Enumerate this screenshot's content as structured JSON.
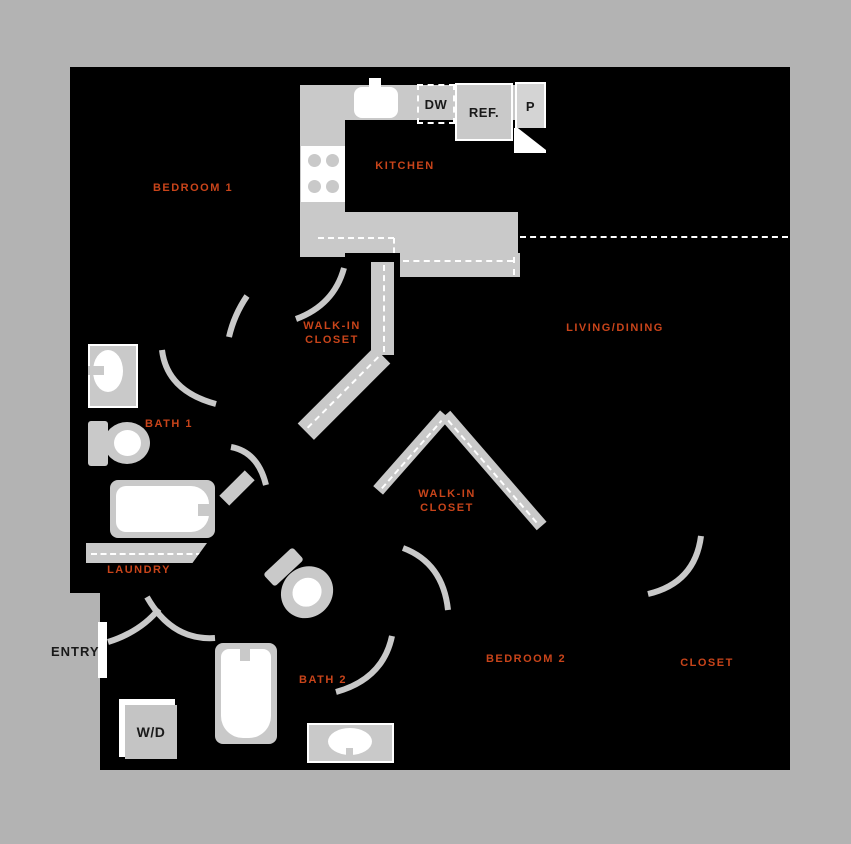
{
  "colors": {
    "page_background": "#b3b3b3",
    "plan_fill": "#000000",
    "fixture_gray": "#c9c9c9",
    "accent_orange": "#c8441a",
    "label_black": "#1a1a1a",
    "fixture_white": "#ffffff"
  },
  "rooms": {
    "bedroom1": "BEDROOM 1",
    "kitchen": "KITCHEN",
    "living_dining": "LIVING/DINING",
    "bedroom2": "BEDROOM 2",
    "bath1": "BATH 1",
    "bath2": "BATH 2",
    "laundry": "LAUNDRY",
    "closet": "CLOSET",
    "walk_in_line1": "WALK-IN",
    "walk_in_line2": "CLOSET"
  },
  "fixtures": {
    "entry": "ENTRY",
    "dishwasher": "DW",
    "refrigerator": "REF.",
    "pantry": "P",
    "washer_dryer": "W/D"
  }
}
